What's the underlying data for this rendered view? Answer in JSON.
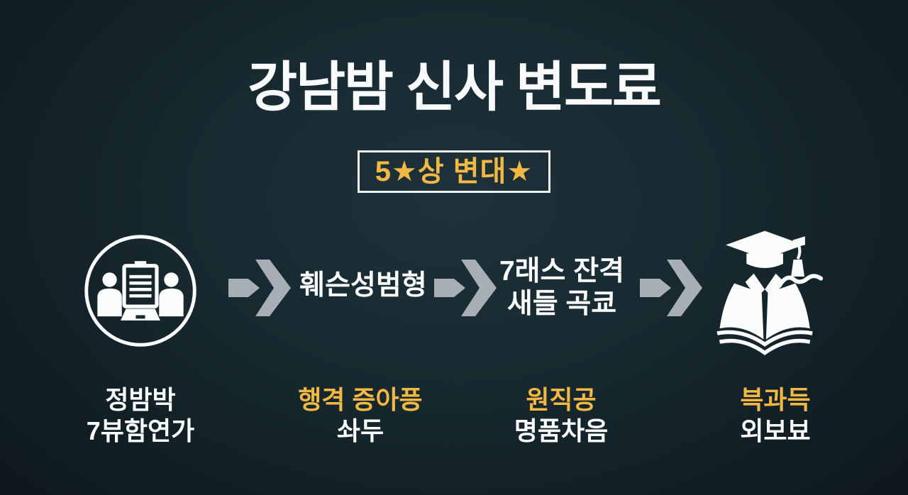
{
  "title": "강남밤 신사 변도료",
  "badge": {
    "label": "5★상 변대★"
  },
  "colors": {
    "background_center": "#1e323b",
    "background_edge": "#0c171d",
    "accent_yellow": "#f2b844",
    "text_white": "#fbfcfc",
    "arrow_gray": "#a7afb4",
    "badge_border": "#eef1f2"
  },
  "icons": {
    "step1": "meeting-people-screen-icon",
    "step4": "graduation-cap-book-icon",
    "connector": "arrow-right-icon"
  },
  "flow": {
    "steps": [
      {
        "name": "step-1",
        "mid_lines": [],
        "caption": [
          "정밤박",
          "7뷰함연가"
        ]
      },
      {
        "name": "step-2",
        "mid_lines": [
          "훼슨성범형"
        ],
        "caption": [
          "행격 증아픙",
          "솨두"
        ]
      },
      {
        "name": "step-3",
        "mid_lines": [
          "7래스 잔격",
          "새들 곡쿄"
        ],
        "caption": [
          "원직공",
          "명품차음"
        ]
      },
      {
        "name": "step-4",
        "mid_lines": [],
        "caption": [
          "븍과득",
          "외보뵤"
        ]
      }
    ]
  }
}
